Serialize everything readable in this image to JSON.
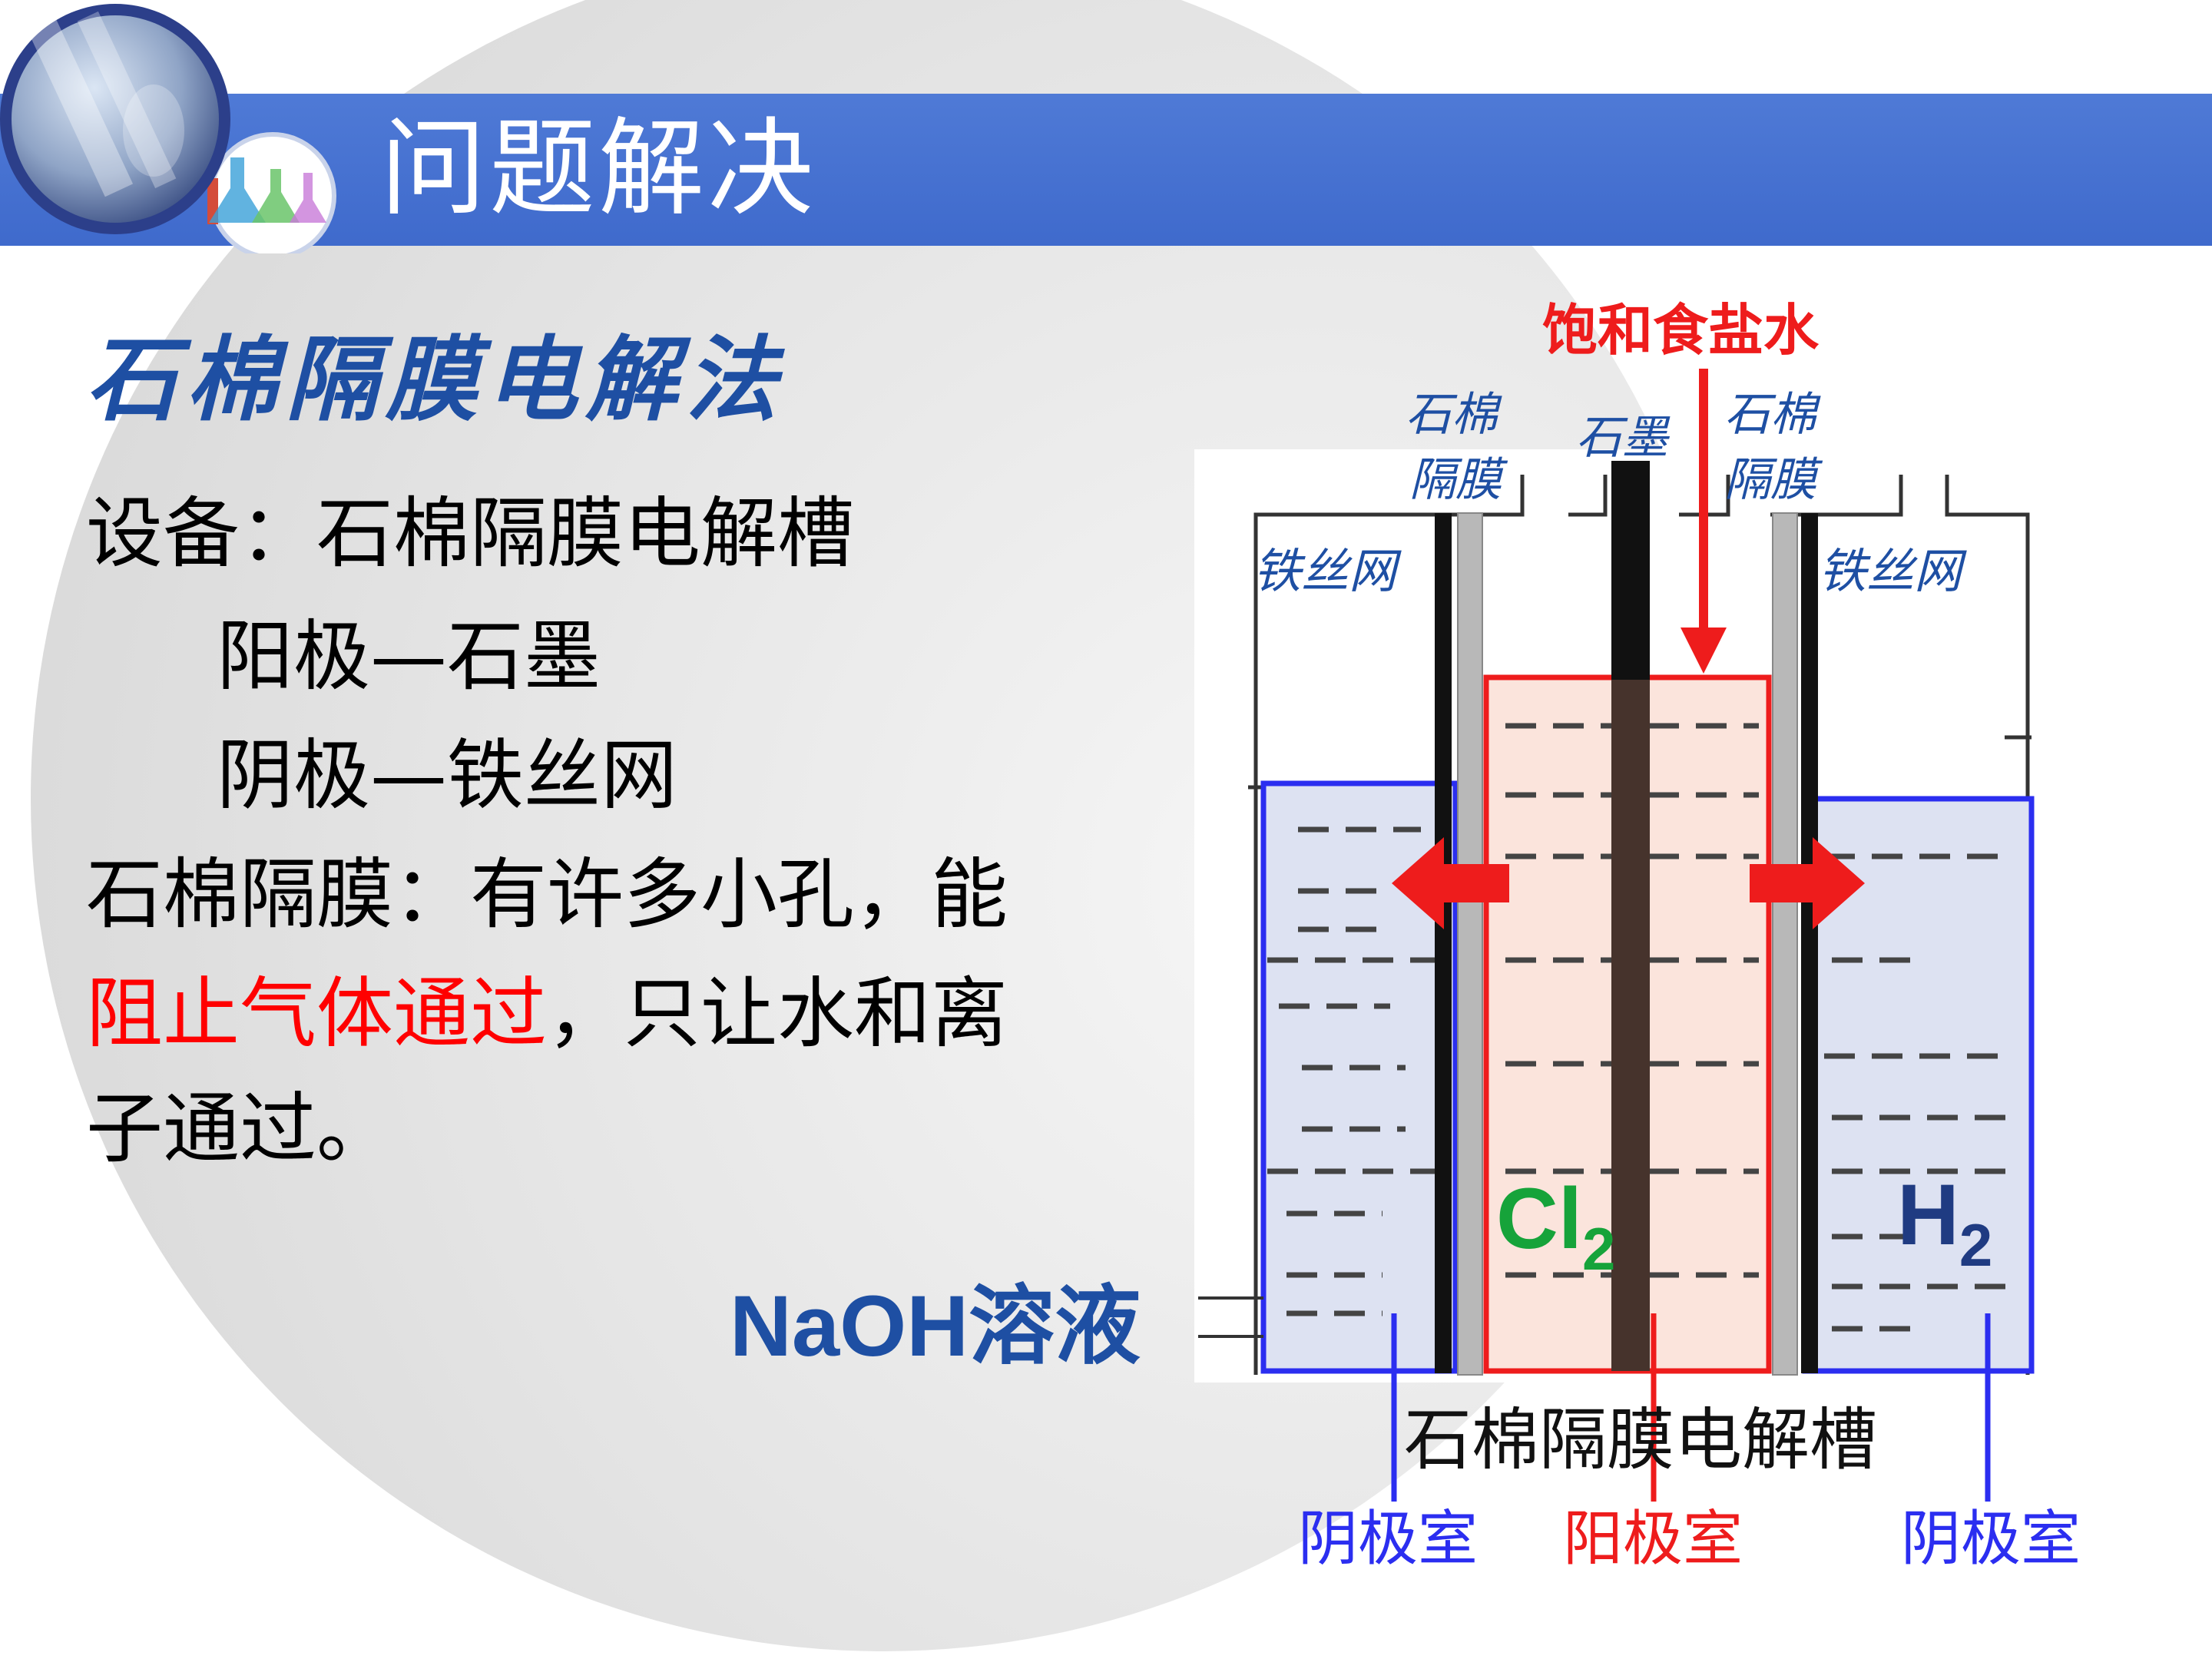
{
  "slide_title": "问题解决",
  "heading": "石棉隔膜电解法",
  "body": {
    "equipment": "设备：石棉隔膜电解槽",
    "anode": "阳极—石墨",
    "cathode": "阴极—铁丝网",
    "membrane_line1": "石棉隔膜：有许多小孔，能",
    "membrane_red": "阻止气体通过",
    "membrane_rest": "，只让水和离",
    "membrane_line3": "子通过。"
  },
  "diagram": {
    "inlet": "饱和食盐水",
    "membrane_left": [
      "石棉",
      "隔膜"
    ],
    "membrane_right": [
      "石棉",
      "隔膜"
    ],
    "graphite": "石墨",
    "mesh_left": "铁丝网",
    "mesh_right": "铁丝网",
    "gas_anode": "Cl",
    "gas_anode_sub": "2",
    "gas_cathode": "H",
    "gas_cathode_sub": "2",
    "naoh": "NaOH溶液",
    "cell_name": "石棉隔膜电解槽",
    "chamber_left": "阴极室",
    "chamber_mid": "阳极室",
    "chamber_right": "阴极室"
  },
  "colors": {
    "title_bar": "#4472d2",
    "heading": "#1e4fa3",
    "highlight": "#ff0000",
    "cathode_fill": "#dde2f2",
    "cathode_border": "#2b2ef0",
    "anode_fill": "#fbe4dc",
    "anode_border": "#ee1c1c",
    "chlorine": "#16a33a",
    "hydrogen": "#1f3b82"
  }
}
